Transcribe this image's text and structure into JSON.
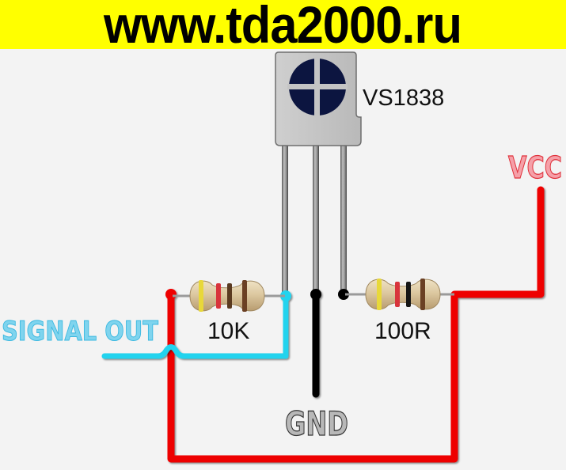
{
  "banner": {
    "text": "www.tda2000.ru",
    "background": "#ffff00",
    "color": "#000000"
  },
  "component": {
    "name": "VS1838",
    "type": "ir-receiver",
    "body_color": "#c4c4c4",
    "lens_color": "#0c1540"
  },
  "resistors": [
    {
      "id": "r1",
      "label": "10K",
      "bands": [
        "#e8d83a",
        "#d8343c",
        "#5a3a20",
        "#6b4024"
      ]
    },
    {
      "id": "r2",
      "label": "100R",
      "bands": [
        "#e8d83a",
        "#d8343c",
        "#151515",
        "#6b4024"
      ]
    }
  ],
  "labels": {
    "signal_out": "SIGNAL OUT",
    "vcc": "VCC",
    "gnd": "GND"
  },
  "wire_colors": {
    "vcc": "#ee0000",
    "signal": "#22d3ee",
    "gnd": "#000000",
    "pin": "#8a8a8a"
  }
}
